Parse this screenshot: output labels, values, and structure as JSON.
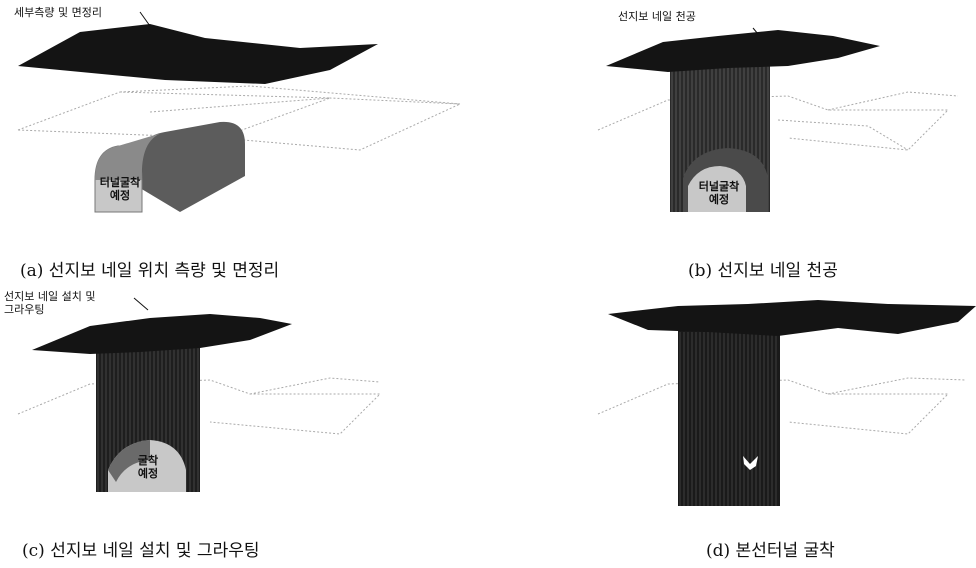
{
  "panels": [
    {
      "caption": "(a) 선지보 네일 위치 측량 및 면정리",
      "callout": "세부측량 및 면정리",
      "tunnel_label_line1": "터널굴착",
      "tunnel_label_line2": "예정"
    },
    {
      "caption": "(b) 선지보 네일 천공",
      "callout": "선지보 네일 천공",
      "tunnel_label_line1": "터널굴착",
      "tunnel_label_line2": "예정"
    },
    {
      "caption": "(c) 선지보 네일 설치 및 그라우팅",
      "callout_line1": "선지보 네일 설치 및",
      "callout_line2": "그라우팅",
      "tunnel_label_line1": "굴착",
      "tunnel_label_line2": "예정"
    },
    {
      "caption": "(d) 본선터널 굴착"
    }
  ],
  "colors": {
    "surface": "#141414",
    "nails": "#2a2a2a",
    "tunnel_dark": "#5c5c5c",
    "tunnel_face": "#c8c8c8"
  }
}
